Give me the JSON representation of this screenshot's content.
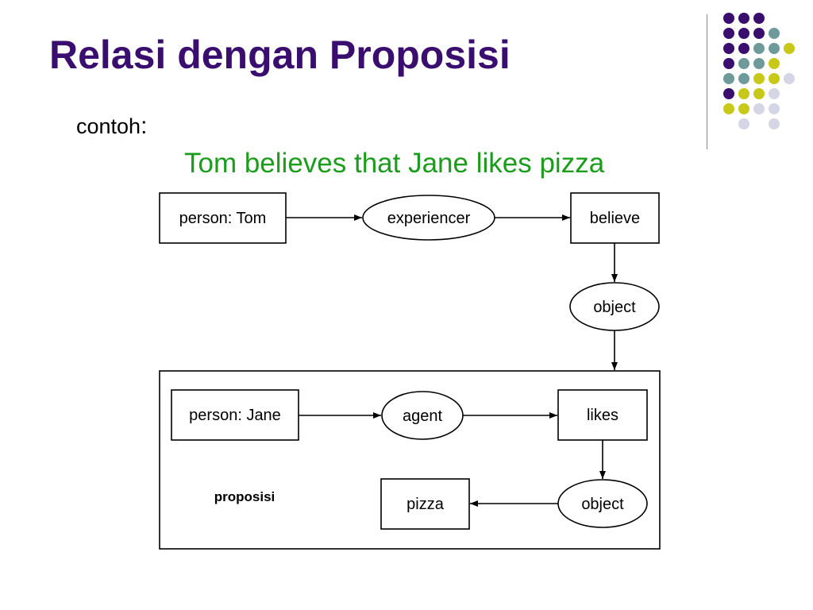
{
  "slide": {
    "title": "Relasi dengan Proposisi",
    "subtitle_text": "contoh",
    "subtitle_colon": ":",
    "example_sentence": "Tom believes that Jane likes pizza"
  },
  "theme": {
    "title_color": "#3a0e6e",
    "example_color": "#1c9c1c",
    "dot_colors": {
      "purple": "#3a0e6e",
      "teal": "#6e9a9a",
      "yellow": "#c8c819",
      "lavender": "#d5d5e6"
    }
  },
  "diagram": {
    "nodes": {
      "person_tom": "person: Tom",
      "experiencer": "experiencer",
      "believe": "believe",
      "object_outer": "object",
      "person_jane": "person: Jane",
      "agent": "agent",
      "likes": "likes",
      "object_inner": "object",
      "pizza": "pizza"
    },
    "group_label": "proposisi",
    "edges": [
      [
        "person: Tom",
        "experiencer"
      ],
      [
        "experiencer",
        "believe"
      ],
      [
        "believe",
        "object"
      ],
      [
        "object",
        "proposisi"
      ],
      [
        "person: Jane",
        "agent"
      ],
      [
        "agent",
        "likes"
      ],
      [
        "likes",
        "object"
      ],
      [
        "object",
        "pizza"
      ]
    ]
  }
}
